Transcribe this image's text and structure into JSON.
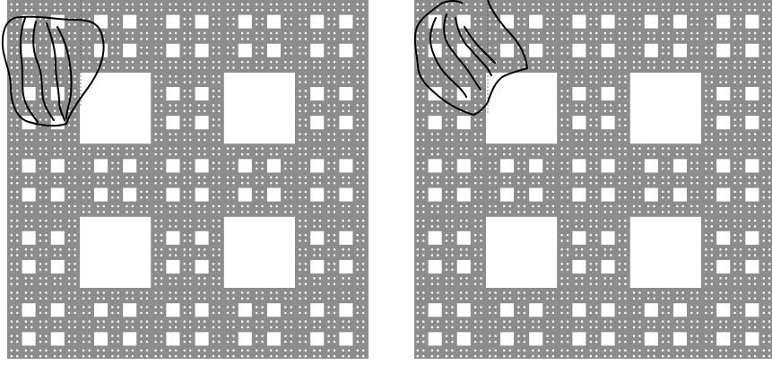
{
  "figure": {
    "panels": [
      {
        "id": "left",
        "pattern": "sierpinski-carpet-variant",
        "subdivision_per_side": 5,
        "levels": 3,
        "holes_at_each_level": [
          [
            1,
            1
          ],
          [
            1,
            3
          ],
          [
            3,
            1
          ],
          [
            3,
            3
          ]
        ],
        "curves": "three-wavy-vertical-strands-with-outline",
        "has_vertical_guide_line": true
      },
      {
        "id": "right",
        "pattern": "sierpinski-carpet-variant",
        "subdivision_per_side": 5,
        "levels": 3,
        "holes_at_each_level": [
          [
            1,
            1
          ],
          [
            1,
            3
          ],
          [
            3,
            1
          ],
          [
            3,
            3
          ]
        ],
        "curves": "three-wavy-diagonal-strands-with-outline",
        "has_vertical_guide_line": true
      }
    ],
    "colors": {
      "background": "#ffffff",
      "fill": "#8c8c8c",
      "hole": "#ffffff",
      "curve": "#000000"
    }
  }
}
